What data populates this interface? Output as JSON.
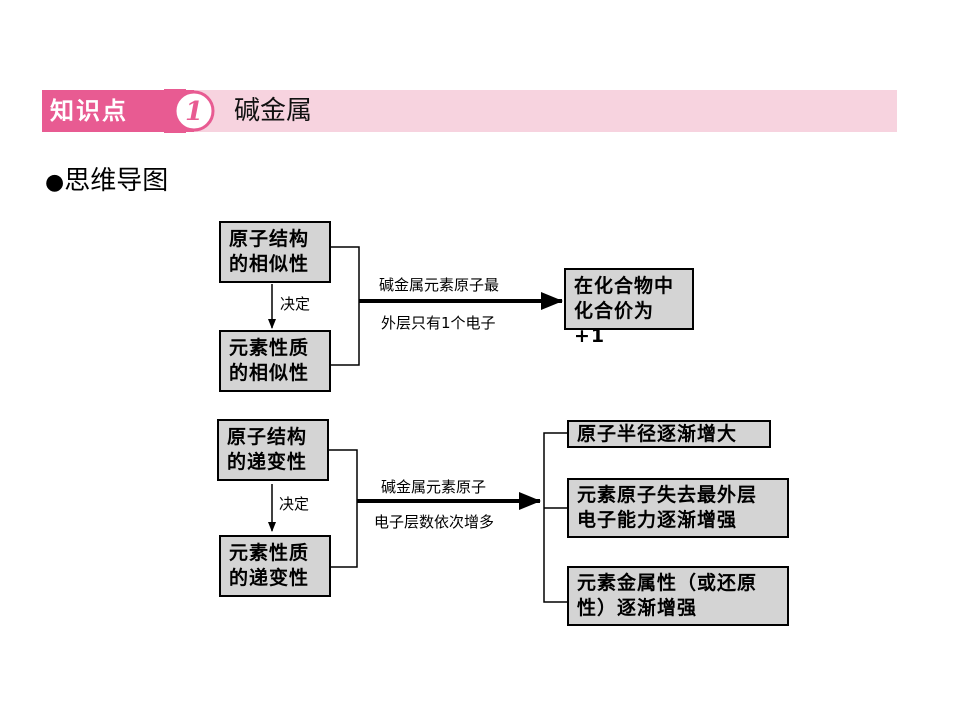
{
  "banner": {
    "label": "知识点",
    "number": "1",
    "title": "碱金属"
  },
  "section": {
    "bullet": "●",
    "title": "思维导图"
  },
  "diagram1": {
    "box_structure": [
      "原子结构",
      "的相似性"
    ],
    "box_property": [
      "元素性质",
      "的相似性"
    ],
    "decide_label": "决定",
    "arrow_label_top": "碱金属元素原子最",
    "arrow_label_bottom": "外层只有1个电子",
    "box_result": [
      "在化合物中",
      "化合价为+1"
    ]
  },
  "diagram2": {
    "box_structure": [
      "原子结构",
      "的递变性"
    ],
    "box_property": [
      "元素性质",
      "的递变性"
    ],
    "decide_label": "决定",
    "arrow_label_top": "碱金属元素原子",
    "arrow_label_bottom": "电子层数依次增多",
    "result_1": [
      "原子半径逐渐增大"
    ],
    "result_2": [
      "元素原子失去最外层",
      "电子能力逐渐增强"
    ],
    "result_3": [
      "元素金属性（或还原",
      "性）逐渐增强"
    ]
  }
}
